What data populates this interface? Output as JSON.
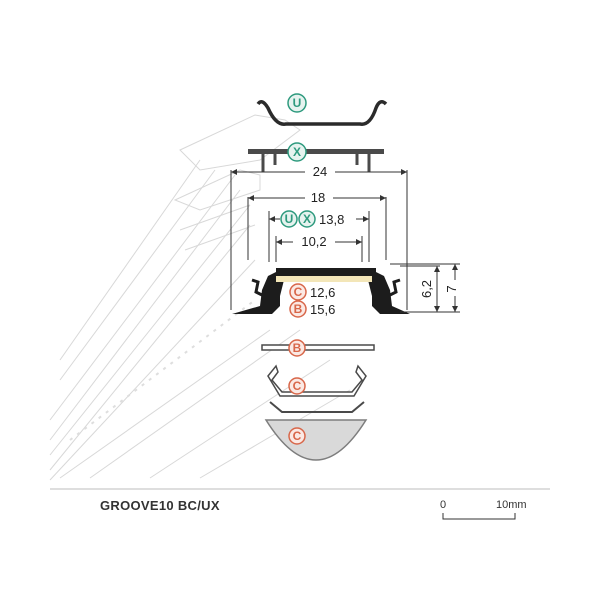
{
  "product": {
    "name": "GROOVE10 BC/UX"
  },
  "dimensions": {
    "outer_width": "24",
    "inner_width": "18",
    "cover_width": "13,8",
    "channel_width": "10,2",
    "diffuser_c_width": "12,6",
    "diffuser_b_width": "15,6",
    "inner_height": "6,2",
    "total_height": "7"
  },
  "badges": {
    "u": {
      "letter": "U",
      "color": "#2e9a7e"
    },
    "x": {
      "letter": "X",
      "color": "#2e9a7e"
    },
    "b": {
      "letter": "B",
      "color": "#d8674a"
    },
    "c": {
      "letter": "C",
      "color": "#d8674a"
    }
  },
  "scale": {
    "start": "0",
    "end": "10mm"
  }
}
